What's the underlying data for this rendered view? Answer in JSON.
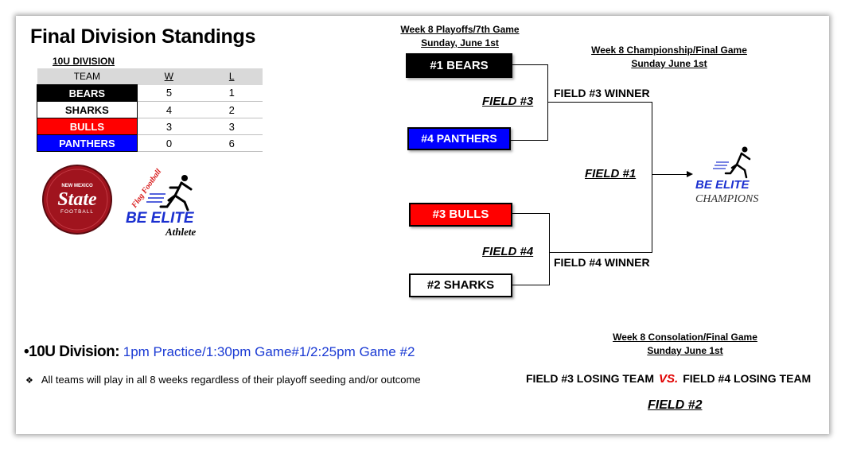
{
  "standings": {
    "title": "Final Division Standings",
    "division_label": "10U DIVISION",
    "columns": [
      "TEAM",
      "W",
      "L"
    ],
    "rows": [
      {
        "team": "BEARS",
        "w": "5",
        "l": "1"
      },
      {
        "team": "SHARKS",
        "w": "4",
        "l": "2"
      },
      {
        "team": "BULLS",
        "w": "3",
        "l": "3"
      },
      {
        "team": "PANTHERS",
        "w": "0",
        "l": "6"
      }
    ]
  },
  "logos": {
    "state_top": "NEW MEXICO",
    "state_main": "State",
    "state_bottom": "FOOTBALL",
    "flag_football": "Flag Football",
    "be_elite": "BE ELITE",
    "athlete": "Athlete",
    "champions_be_elite": "BE ELITE",
    "champions": "CHAMPIONS"
  },
  "bracket": {
    "playoffs_header_line1": "Week 8 Playoffs/7th Game",
    "playoffs_header_line2": "Sunday, June 1st",
    "championship_header_line1": "Week 8 Championship/Final Game",
    "championship_header_line2": "Sunday June 1st",
    "seed1": "#1 BEARS",
    "seed4": "#4 PANTHERS",
    "seed3": "#3 BULLS",
    "seed2": "#2 SHARKS",
    "field3": "FIELD #3",
    "field4": "FIELD #4",
    "field1": "FIELD #1",
    "field3_winner": "FIELD #3 WINNER",
    "field4_winner": "FIELD #4 WINNER"
  },
  "consolation": {
    "header_line1": "Week 8 Consolation/Final Game",
    "header_line2": "Sunday June 1st",
    "team_a": "FIELD #3 LOSING TEAM",
    "vs": "VS.",
    "team_b": "FIELD #4 LOSING TEAM",
    "field": "FIELD #2"
  },
  "schedule": {
    "bullet": "•",
    "label": "10U Division:",
    "value": "1pm Practice/1:30pm Game#1/2:25pm Game #2",
    "note_bullet": "❖",
    "note": "All teams will play in all 8 weeks regardless of their playoff seeding and/or outcome"
  },
  "colors": {
    "bears": "#000000",
    "sharks": "#ffffff",
    "bulls": "#ff0000",
    "panthers": "#0000ff",
    "state_logo": "#a0141e",
    "be_elite_blue": "#1a2fd0",
    "vs_red": "#e00000"
  }
}
